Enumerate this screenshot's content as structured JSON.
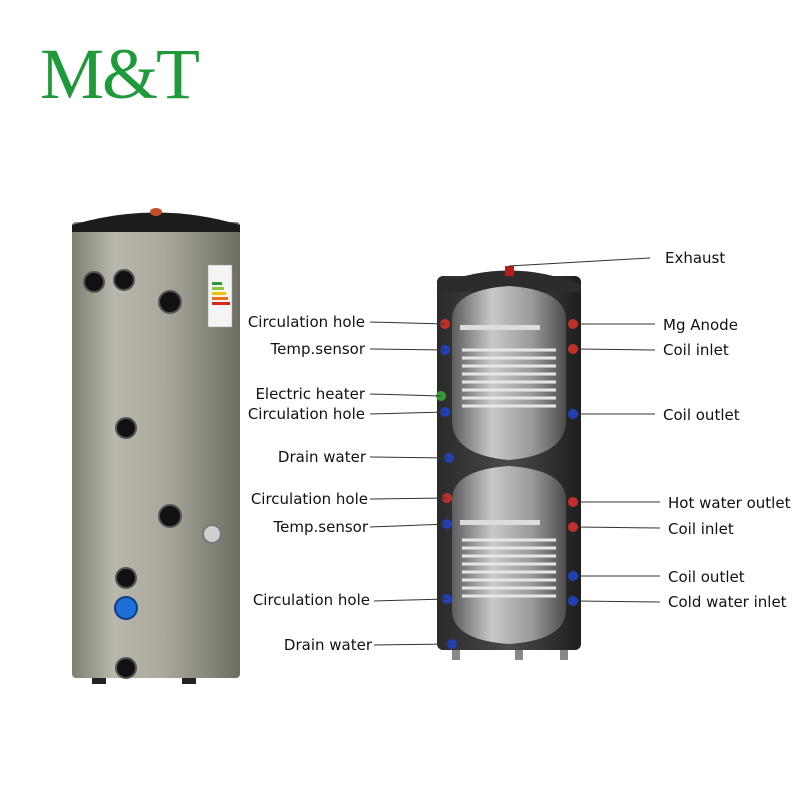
{
  "brand": {
    "logo_text": "M&T",
    "color": "#1f9a3a"
  },
  "labels_left": [
    "Circulation hole",
    "Temp.sensor",
    "Electric heater",
    "Circulation hole",
    "Drain water",
    "Circulation hole",
    "Temp.sensor",
    "Circulation hole",
    "Drain water"
  ],
  "labels_right": [
    "Exhaust",
    "Mg Anode",
    "Coil inlet",
    "Coil outlet",
    "Hot water outlet",
    "Coil inlet",
    "Coil outlet",
    "Cold water inlet"
  ]
}
